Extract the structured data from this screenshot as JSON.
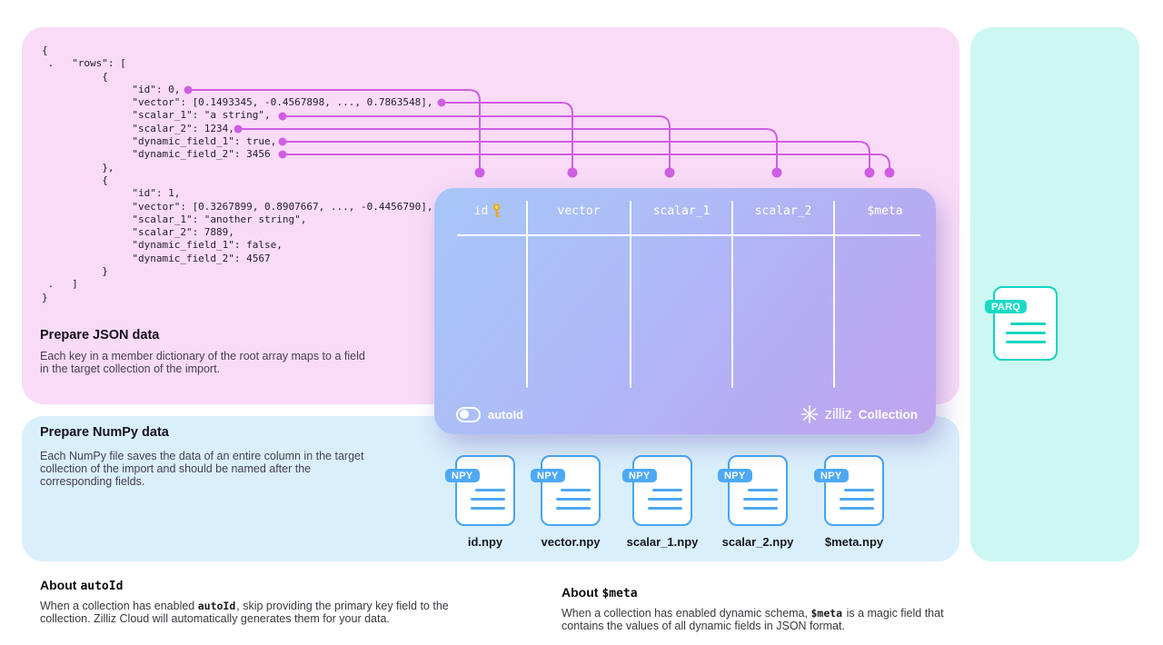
{
  "panels": {
    "json": {
      "heading": "Prepare JSON data",
      "body": "Each key in a member dictionary of the root array maps to a field\nin the target collection of the import.",
      "code": "{\n .   \"rows\": [\n          {\n               \"id\": 0,\n               \"vector\": [0.1493345, -0.4567898, ..., 0.7863548],\n               \"scalar_1\": \"a string\",\n               \"scalar_2\": 1234,\n               \"dynamic_field_1\": true,\n               \"dynamic_field_2\": 3456\n          },\n          {\n               \"id\": 1,\n               \"vector\": [0.3267899, 0.8907667, ..., -0.4456790],\n               \"scalar_1\": \"another string\",\n               \"scalar_2\": 7889,\n               \"dynamic_field_1\": false,\n               \"dynamic_field_2\": 4567\n          }\n .   ]\n}"
    },
    "numpy": {
      "heading": "Prepare NumPy data",
      "body": "Each NumPy file saves the data of an entire column in the target\ncollection of the import and should be named after the\ncorresponding fields.",
      "file_badge": "NPY",
      "files": [
        {
          "label": "id.npy"
        },
        {
          "label": "vector.npy"
        },
        {
          "label": "scalar_1.npy"
        },
        {
          "label": "scalar_2.npy"
        },
        {
          "label": "$meta.npy"
        }
      ]
    },
    "parquet": {
      "file_badge": "PARQ"
    }
  },
  "collection_table": {
    "columns": [
      "id",
      "vector",
      "scalar_1",
      "scalar_2",
      "$meta"
    ],
    "toggle_label": "autoId",
    "brand": "zilliz",
    "brand_suffix": "Collection"
  },
  "notes": {
    "autoid": {
      "heading_prefix": "About",
      "heading_code": "autoId",
      "body_1a": "When a collection has enabled ",
      "body_1b": "autoId",
      "body_1c": ", skip providing the primary key field to the",
      "body_2": "collection. Zilliz Cloud will automatically generates them for your data."
    },
    "meta": {
      "heading_prefix": "About",
      "heading_code": "$meta",
      "body_1a": "When a collection has enabled dynamic schema, ",
      "body_1b": "$meta",
      "body_1c": " is a magic field that",
      "body_2": "contains the values of all dynamic fields in JSON format."
    }
  },
  "colors": {
    "connector": "#d05ee3",
    "npy_blue": "#47a4f5",
    "parquet_teal": "#12d4c0",
    "panel_pink": "#f9dbf7",
    "panel_blue": "#daeffc",
    "panel_mint": "#cdf7f2"
  }
}
